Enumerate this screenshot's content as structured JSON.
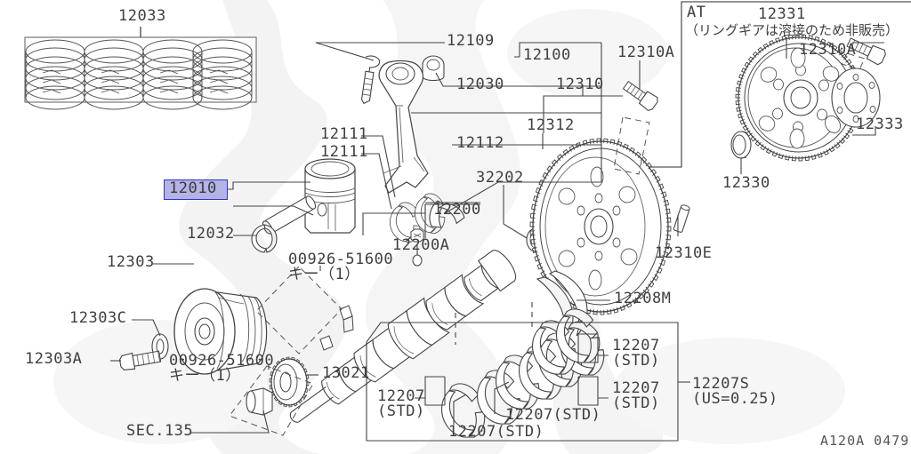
{
  "diagram": {
    "code": "A120A 0479",
    "background_watermark": "dragon-emblem-watermark",
    "highlight_color": "#3333cc",
    "highlight_fill": "#b3b3e6",
    "line_color": "#3f3f3f"
  },
  "inset": {
    "title": "AT",
    "note": "（リングギアは溶接のため非販売）"
  },
  "labels": {
    "piston_ring_set": "12033",
    "piston": "12010",
    "piston_pin_clip": "12032",
    "connecting_rod_assy": "12100",
    "conrod_bolt": "12109",
    "conrod_bushing": "12030",
    "conrod_bearing_1": "12111",
    "conrod_bearing_2": "12111",
    "conrod_cap": "12112",
    "crank_bushing": "32202",
    "crankshaft": "12200",
    "crank_pin": "12200A",
    "flywheel": "12310",
    "flywheel_ring_gear": "12312",
    "flywheel_bolt": "12310A",
    "dowel_pin": "12310E",
    "thrust_washer": "12208M",
    "main_bearing_std_1": "12207\n(STD)",
    "main_bearing_std_2": "12207\n(STD)",
    "main_bearing_std_3": "12207\n(STD)",
    "main_bearing_std_4": "12207(STD)",
    "main_bearing_std_5": "12207(STD)",
    "main_bearing_us": "12207S\n(US=0.25)",
    "crank_pulley": "12303",
    "pulley_washer": "12303C",
    "pulley_bolt": "12303A",
    "woodruff_key_1": "00926-51600\nキー（1）",
    "woodruff_key_2": "00926-51600\nキー（1）",
    "crank_sprocket": "13021",
    "section_ref": "SEC.135",
    "at_flexplate": "12331",
    "at_drive_plate": "12333",
    "at_bolt": "12310A",
    "at_pilot_bushing": "12330"
  }
}
